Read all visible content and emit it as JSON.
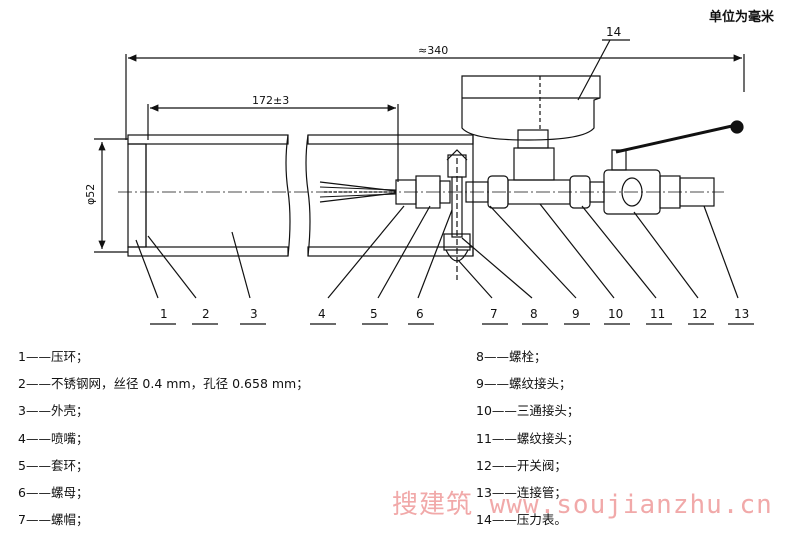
{
  "unit_note": "单位为毫米",
  "dimensions": {
    "overall_length": "≈340",
    "segment_length": "172±3",
    "diameter": "φ52"
  },
  "callouts": [
    "1",
    "2",
    "3",
    "4",
    "5",
    "6",
    "7",
    "8",
    "9",
    "10",
    "11",
    "12",
    "13",
    "14"
  ],
  "legend_left": [
    "1——压环；",
    "2——不锈钢网，丝径 0.4 mm，孔径 0.658 mm；",
    "3——外壳；",
    "4——喷嘴；",
    "5——套环；",
    "6——螺母；",
    "7——螺帽；"
  ],
  "legend_right": [
    "8——螺栓；",
    "9——螺纹接头；",
    "10——三通接头；",
    "11——螺纹接头；",
    "12——开关阀；",
    "13——连接管；",
    "14——压力表。"
  ],
  "watermark": "搜建筑 www.soujianzhu.cn"
}
